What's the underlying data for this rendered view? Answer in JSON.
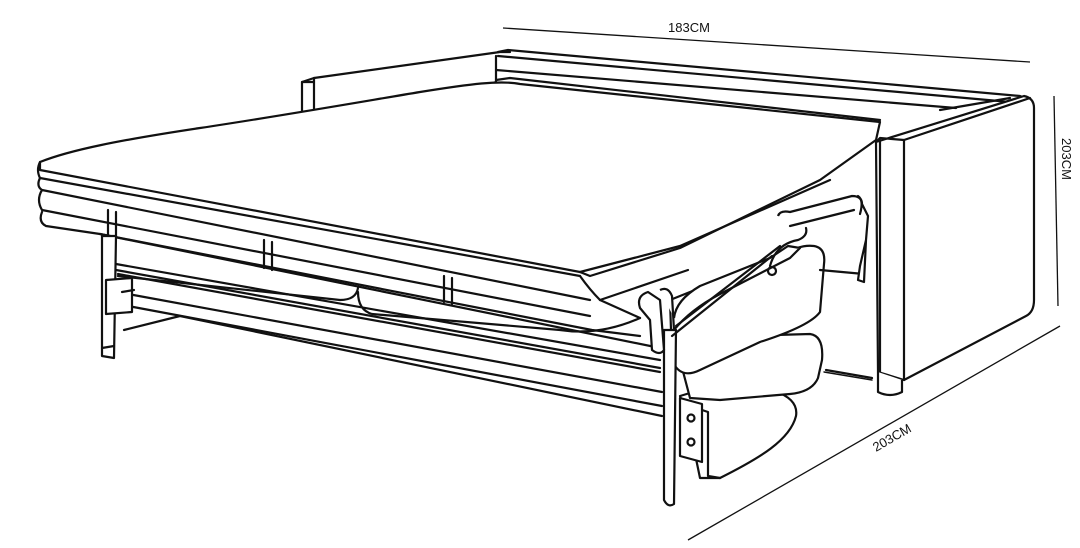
{
  "diagram": {
    "subject": "Sofa bed (opened, mattress extended)",
    "style": "black line drawing on white",
    "colors": {
      "background": "#ffffff",
      "stroke": "#111111"
    },
    "dimensions": {
      "width": {
        "label": "183CM",
        "axis": "top edge (sofa width)"
      },
      "height": {
        "label": "203CM",
        "axis": "right side (vertical, rotated)"
      },
      "depth": {
        "label": "203CM",
        "axis": "bottom-right diagonal (extended length)"
      }
    },
    "parts": [
      "left armrest",
      "backrest frame",
      "right armrest",
      "mattress",
      "folding metal frame",
      "front support legs",
      "seat cushions (folded under)",
      "hinge mechanism",
      "sofa leg"
    ]
  }
}
